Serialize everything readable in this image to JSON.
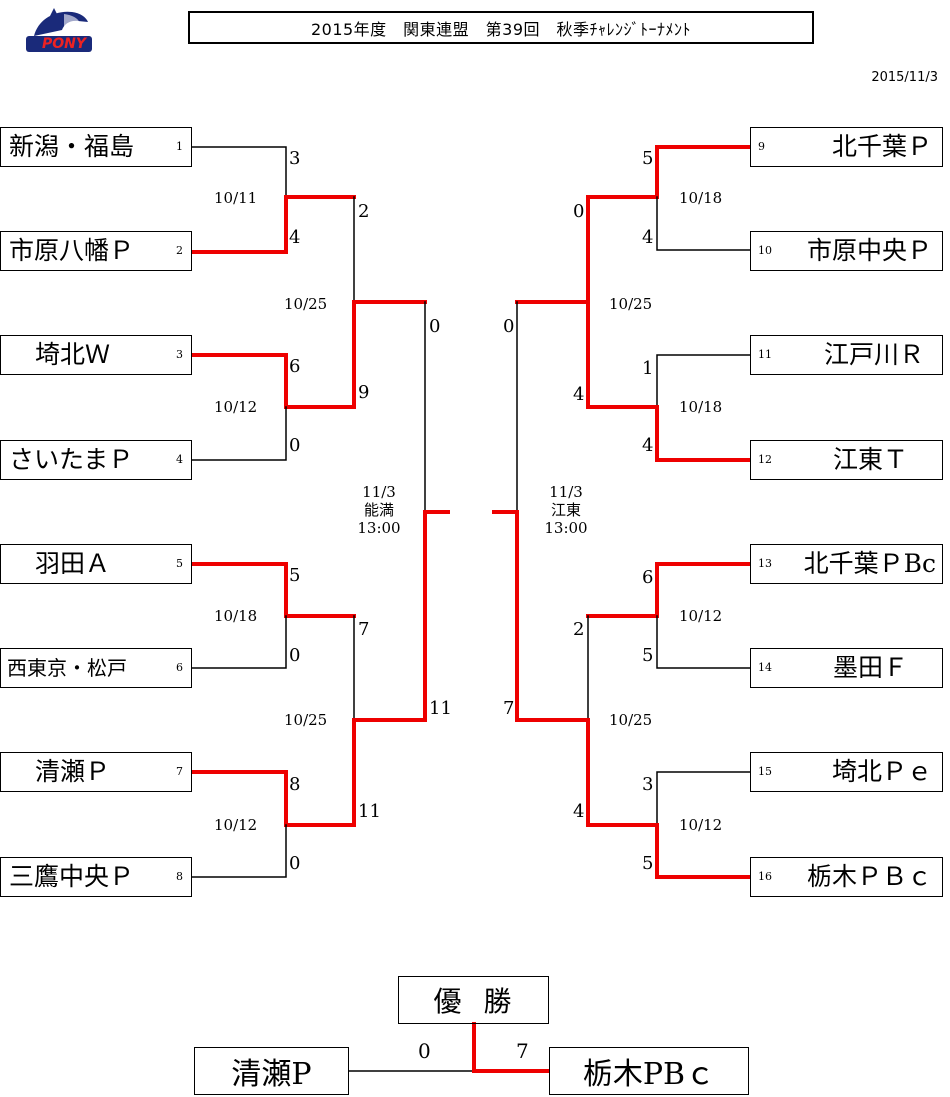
{
  "header": {
    "title": "2015年度　関東連盟　第39回　秋季ﾁｬﾚﾝｼﾞﾄｰﾅﾒﾝﾄ",
    "date": "2015/11/3",
    "logo_text": "PONY"
  },
  "left_teams": [
    {
      "seed": "1",
      "name": "新潟・福島"
    },
    {
      "seed": "2",
      "name": "市原八幡Ｐ"
    },
    {
      "seed": "3",
      "name": "埼北Ｗ"
    },
    {
      "seed": "4",
      "name": "さいたまＰ"
    },
    {
      "seed": "5",
      "name": "羽田Ａ"
    },
    {
      "seed": "6",
      "name": "西東京・松戸"
    },
    {
      "seed": "7",
      "name": "清瀬Ｐ"
    },
    {
      "seed": "8",
      "name": "三鷹中央Ｐ"
    }
  ],
  "right_teams": [
    {
      "seed": "9",
      "name": "北千葉Ｐ"
    },
    {
      "seed": "10",
      "name": "市原中央Ｐ"
    },
    {
      "seed": "11",
      "name": "江戸川Ｒ"
    },
    {
      "seed": "12",
      "name": "江東Ｔ"
    },
    {
      "seed": "13",
      "name": "北千葉ＰBc"
    },
    {
      "seed": "14",
      "name": "墨田Ｆ"
    },
    {
      "seed": "15",
      "name": "埼北Ｐｅ"
    },
    {
      "seed": "16",
      "name": "栃木ＰＢｃ"
    }
  ],
  "round1_left": [
    {
      "date": "10/11",
      "top_score": "3",
      "bottom_score": "4"
    },
    {
      "date": "10/12",
      "top_score": "6",
      "bottom_score": "0"
    },
    {
      "date": "10/18",
      "top_score": "5",
      "bottom_score": "0"
    },
    {
      "date": "10/12",
      "top_score": "8",
      "bottom_score": "0"
    }
  ],
  "round1_right": [
    {
      "date": "10/18",
      "top_score": "5",
      "bottom_score": "4"
    },
    {
      "date": "10/18",
      "top_score": "1",
      "bottom_score": "4"
    },
    {
      "date": "10/12",
      "top_score": "6",
      "bottom_score": "5"
    },
    {
      "date": "10/12",
      "top_score": "3",
      "bottom_score": "5"
    }
  ],
  "round2_left": [
    {
      "date": "10/25",
      "top_score": "2",
      "bottom_score": "9"
    },
    {
      "date": "10/25",
      "top_score": "7",
      "bottom_score": "11"
    }
  ],
  "round2_right": [
    {
      "date": "10/25",
      "top_score": "0",
      "bottom_score": "4"
    },
    {
      "date": "10/25",
      "top_score": "2",
      "bottom_score": "4"
    }
  ],
  "semis": {
    "left": {
      "date": "11/3",
      "venue": "能満",
      "time": "13:00",
      "top_score": "0",
      "bottom_score": "11"
    },
    "right": {
      "date": "11/3",
      "venue": "江東",
      "time": "13:00",
      "top_score": "0",
      "bottom_score": "7"
    }
  },
  "final": {
    "label": "優勝",
    "left_team": "清瀬P",
    "right_team": "栃木PBｃ",
    "left_score": "0",
    "right_score": "7"
  },
  "colors": {
    "winner_line": "#ee0000",
    "normal_line": "#000000"
  }
}
